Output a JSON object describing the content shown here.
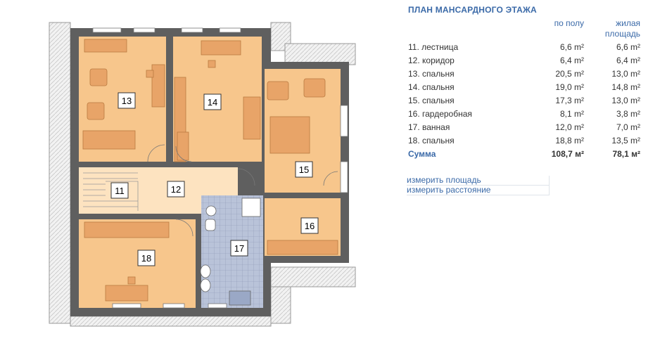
{
  "title": "ПЛАН МАНСАРДНОГО ЭТАЖА",
  "columns": {
    "floor_l1": "по полу",
    "living_l1": "жилая",
    "living_l2": "площадь"
  },
  "rooms": [
    {
      "name": "11. лестница",
      "floor": "6,6 m²",
      "living": "6,6 m²"
    },
    {
      "name": "12. коридор",
      "floor": "6,4 m²",
      "living": "6,4 m²"
    },
    {
      "name": "13. спальня",
      "floor": "20,5 m²",
      "living": "13,0 m²"
    },
    {
      "name": "14. спальня",
      "floor": "19,0 m²",
      "living": "14,8 m²"
    },
    {
      "name": "15. спальня",
      "floor": "17,3 m²",
      "living": "13,0 m²"
    },
    {
      "name": "16. гардеробная",
      "floor": "8,1 m²",
      "living": "3,8 m²"
    },
    {
      "name": "17. ванная",
      "floor": "12,0 m²",
      "living": "7,0 m²"
    },
    {
      "name": "18. спальня",
      "floor": "18,8 m²",
      "living": "13,5 m²"
    }
  ],
  "total": {
    "name": "Сумма",
    "floor": "108,7 м²",
    "living": "78,1 м²"
  },
  "tools": {
    "measure_area": "измерить площадь",
    "measure_distance": "измерить расстояние"
  },
  "plan_labels": {
    "r11": "11",
    "r12": "12",
    "r13": "13",
    "r14": "14",
    "r15": "15",
    "r16": "16",
    "r17": "17",
    "r18": "18"
  },
  "colors": {
    "room": "#f7c68c",
    "corridor": "#fde3c0",
    "wall": "#5f5f5f",
    "furniture": "#e8a468",
    "tile": "#b8c2d8",
    "accent": "#3b6aa8"
  }
}
